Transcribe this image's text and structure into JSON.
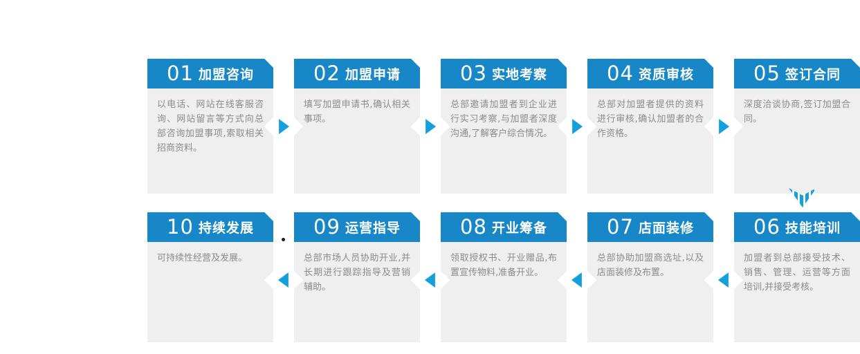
{
  "colors": {
    "header_blue": "#1787c8",
    "arrow_blue": "#14a0dc",
    "body_bg": "#efefef",
    "body_text": "#8b8b8b"
  },
  "rows": [
    {
      "flow_direction": "right",
      "steps": [
        {
          "number": "01",
          "title": "加盟咨询",
          "desc": "以电话、网站在线客服咨询、网站留言等方式向总部咨询加盟事项,索取相关招商资料。"
        },
        {
          "number": "02",
          "title": "加盟申请",
          "desc": "填写加盟申请书,确认相关事项。"
        },
        {
          "number": "03",
          "title": "实地考察",
          "desc": "总部邀请加盟者到企业进行实习考察,与加盟者深度沟通,了解客户综合情况。"
        },
        {
          "number": "04",
          "title": "资质审核",
          "desc": "总部对加盟者提供的资料进行审核,确认加盟者的合作资格。"
        },
        {
          "number": "05",
          "title": "签订合同",
          "desc": "深度洽谈协商,签订加盟合同。"
        }
      ]
    },
    {
      "flow_direction": "left",
      "steps": [
        {
          "number": "10",
          "title": "持续发展",
          "desc": "可持续性经营及发展。"
        },
        {
          "number": "09",
          "title": "运营指导",
          "desc": "总部市场人员协助开业,并长期进行跟踪指导及营销辅助。"
        },
        {
          "number": "08",
          "title": "开业筹备",
          "desc": "领取授权书、开业赠品,布置宣传物料,准备开业。"
        },
        {
          "number": "07",
          "title": "店面装修",
          "desc": "总部协助加盟商选址,以及店面装修及布置。"
        },
        {
          "number": "06",
          "title": "技能培训",
          "desc": "加盟者到总部接受技术、销售、管理、运营等方面培训,并接受考核。"
        }
      ]
    }
  ]
}
